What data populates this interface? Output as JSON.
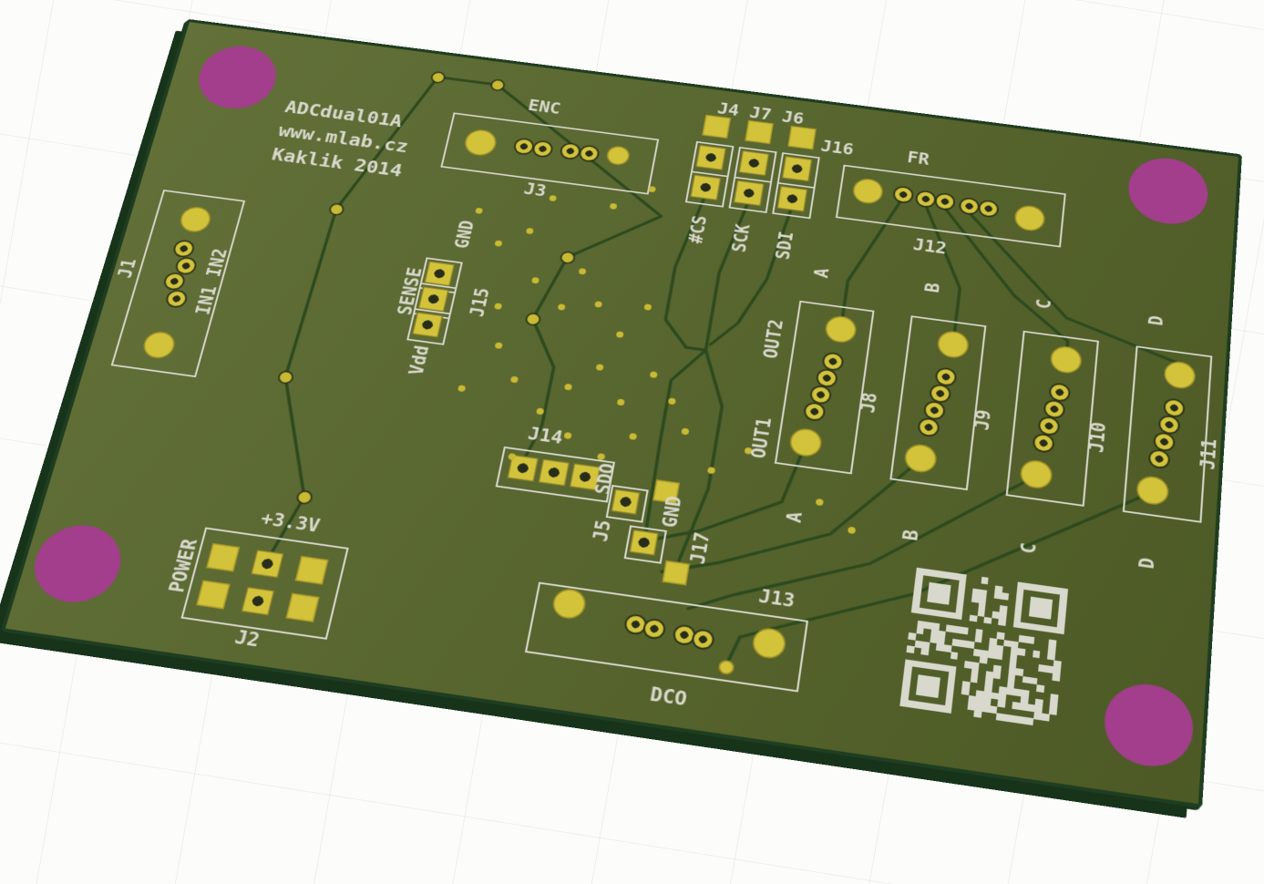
{
  "board": {
    "title_lines": [
      "ADCdual01A",
      "www.mlab.cz",
      "Kaklik 2014"
    ],
    "colors": {
      "background": "#fcfcfb",
      "board_surface": "#57662a",
      "board_edge": "#1f3d20",
      "silkscreen": "#d8d8cd",
      "pad_gold": "#d3c33b",
      "trace": "#2c4a1e",
      "via": "#c9ba33",
      "mount_hole": "#a23e8c"
    }
  },
  "connectors": {
    "j1": {
      "ref": "J1",
      "label": "IN1 IN2"
    },
    "j2": {
      "ref": "J2",
      "label_left": "POWER",
      "label_top": "+3.3V"
    },
    "j3": {
      "ref": "J3",
      "label": "ENC"
    },
    "spi_block": {
      "top_refs": "J4 J7 J6",
      "side_ref": "J16",
      "pins": [
        "#CS",
        "SCK",
        "SDI"
      ]
    },
    "j12": {
      "ref": "J12",
      "label": "FR"
    },
    "j15": {
      "ref": "J15",
      "label_top": "GND",
      "label_left": "SENSE",
      "label_bottom": "Vdd"
    },
    "j8": {
      "ref": "J8",
      "top": "A",
      "bottom": "A",
      "out_top": "OUT2",
      "out_bottom": "OUT1"
    },
    "j9": {
      "ref": "J9",
      "top": "B",
      "bottom": "B"
    },
    "j10": {
      "ref": "J10",
      "top": "C",
      "bottom": "C"
    },
    "j11": {
      "ref": "J11",
      "top": "D",
      "bottom": "D"
    },
    "j14": {
      "ref": "J14"
    },
    "j5": {
      "ref": "J5",
      "label_top": "SDO",
      "label_right": "GND",
      "ref2": "J17"
    },
    "j13": {
      "ref": "J13",
      "label": "DCO"
    }
  }
}
